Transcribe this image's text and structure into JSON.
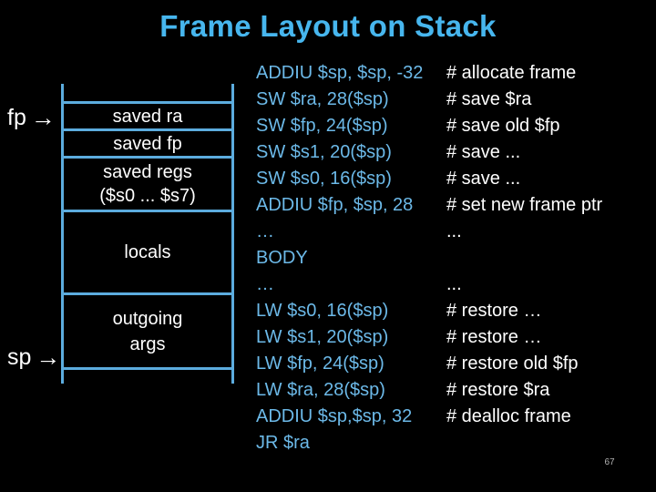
{
  "slide": {
    "title": "Frame Layout on Stack",
    "page_number": "67",
    "colors": {
      "background": "#000000",
      "title": "#47B6EE",
      "code": "#6CB9E8",
      "comment": "#FFFFFF",
      "line": "#5CACDE",
      "label": "#FFFFFF",
      "pagenum": "#B3B3B3"
    }
  },
  "diagram": {
    "pointers": [
      {
        "label": "fp",
        "arrow": "→"
      },
      {
        "label": "sp",
        "arrow": "→"
      }
    ],
    "boxes": [
      {
        "name": "saved-ra",
        "lines": [
          "saved ra"
        ]
      },
      {
        "name": "saved-fp",
        "lines": [
          "saved fp"
        ]
      },
      {
        "name": "saved-regs",
        "lines": [
          "saved regs",
          "($s0 ... $s7)"
        ]
      },
      {
        "name": "locals",
        "lines": [
          "locals"
        ]
      },
      {
        "name": "outgoing-args",
        "lines": [
          "outgoing",
          "args"
        ]
      }
    ]
  },
  "code": {
    "instructions": [
      "ADDIU $sp, $sp, -32",
      "SW $ra, 28($sp)",
      "SW $fp, 24($sp)",
      "SW $s1, 20($sp)",
      "SW $s0, 16($sp)",
      "ADDIU $fp, $sp, 28",
      "…",
      "BODY",
      "…",
      "LW $s0, 16($sp)",
      "LW $s1, 20($sp)",
      "LW $fp, 24($sp)",
      "LW $ra, 28($sp)",
      "ADDIU $sp,$sp, 32",
      "JR $ra"
    ],
    "comments": [
      "# allocate frame",
      "# save $ra",
      "# save old $fp",
      "# save ...",
      "# save ...",
      "# set new frame ptr",
      "...",
      "",
      "...",
      "# restore …",
      "# restore …",
      "# restore old $fp",
      "# restore $ra",
      "# dealloc frame",
      ""
    ]
  }
}
